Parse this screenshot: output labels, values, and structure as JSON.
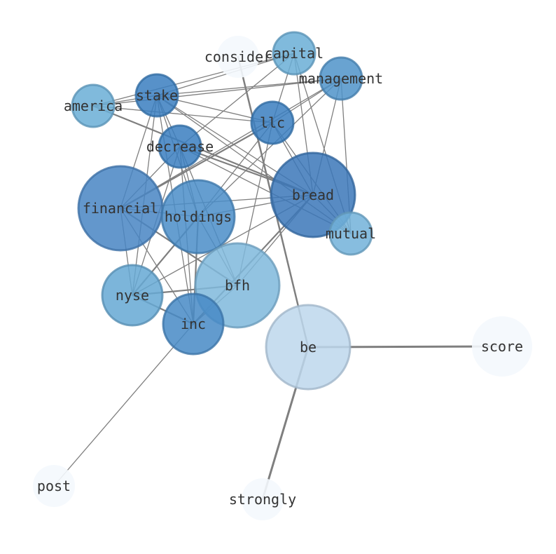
{
  "chart_data": {
    "type": "network",
    "nodes": [
      {
        "id": "consider",
        "label": "consider",
        "color": "#f4f8fd",
        "opacity": 0.9
      },
      {
        "id": "capital",
        "label": "capital",
        "color": "#6aaed6",
        "opacity": 0.85
      },
      {
        "id": "management",
        "label": "management",
        "color": "#4f93c9",
        "opacity": 0.85
      },
      {
        "id": "stake",
        "label": "stake",
        "color": "#3a7ebf",
        "opacity": 0.85
      },
      {
        "id": "america",
        "label": "america",
        "color": "#6aaed6",
        "opacity": 0.85
      },
      {
        "id": "llc",
        "label": "llc",
        "color": "#3a7ebf",
        "opacity": 0.85
      },
      {
        "id": "decrease",
        "label": "decrease",
        "color": "#3a7ebf",
        "opacity": 0.85
      },
      {
        "id": "financial",
        "label": "financial",
        "color": "#4885c3",
        "opacity": 0.85
      },
      {
        "id": "holdings",
        "label": "holdings",
        "color": "#4a8dc8",
        "opacity": 0.85
      },
      {
        "id": "bread",
        "label": "bread",
        "color": "#3b77b8",
        "opacity": 0.85
      },
      {
        "id": "mutual",
        "label": "mutual",
        "color": "#72b2d9",
        "opacity": 0.85
      },
      {
        "id": "bfh",
        "label": "bfh",
        "color": "#7fb8dc",
        "opacity": 0.85
      },
      {
        "id": "nyse",
        "label": "nyse",
        "color": "#65a8d3",
        "opacity": 0.85
      },
      {
        "id": "inc",
        "label": "inc",
        "color": "#4689c6",
        "opacity": 0.85
      },
      {
        "id": "be",
        "label": "be",
        "color": "#bdd7ec",
        "opacity": 0.85
      },
      {
        "id": "score",
        "label": "score",
        "color": "#f4f8fd",
        "opacity": 0.9
      },
      {
        "id": "post",
        "label": "post",
        "color": "#f4f8fd",
        "opacity": 0.9
      },
      {
        "id": "strongly",
        "label": "strongly",
        "color": "#f4f8fd",
        "opacity": 0.9
      }
    ],
    "edges": [
      {
        "source": "consider",
        "target": "be",
        "weight": 2.5
      },
      {
        "source": "be",
        "target": "score",
        "weight": 3
      },
      {
        "source": "be",
        "target": "strongly",
        "weight": 3
      },
      {
        "source": "post",
        "target": "inc",
        "weight": 1.3
      },
      {
        "source": "america",
        "target": "stake",
        "weight": 1.3
      },
      {
        "source": "america",
        "target": "capital",
        "weight": 1.3
      },
      {
        "source": "america",
        "target": "management",
        "weight": 1.3
      },
      {
        "source": "america",
        "target": "llc",
        "weight": 1.3
      },
      {
        "source": "america",
        "target": "bread",
        "weight": 2.2
      },
      {
        "source": "stake",
        "target": "capital",
        "weight": 1.3
      },
      {
        "source": "stake",
        "target": "management",
        "weight": 1.3
      },
      {
        "source": "stake",
        "target": "llc",
        "weight": 1.3
      },
      {
        "source": "stake",
        "target": "decrease",
        "weight": 1.3
      },
      {
        "source": "stake",
        "target": "financial",
        "weight": 1.3
      },
      {
        "source": "stake",
        "target": "holdings",
        "weight": 1.3
      },
      {
        "source": "stake",
        "target": "bread",
        "weight": 1.3
      },
      {
        "source": "stake",
        "target": "mutual",
        "weight": 1.3
      },
      {
        "source": "stake",
        "target": "inc",
        "weight": 1.3
      },
      {
        "source": "stake",
        "target": "nyse",
        "weight": 1.3
      },
      {
        "source": "capital",
        "target": "llc",
        "weight": 1.3
      },
      {
        "source": "capital",
        "target": "decrease",
        "weight": 1.3
      },
      {
        "source": "capital",
        "target": "bread",
        "weight": 1.3
      },
      {
        "source": "capital",
        "target": "mutual",
        "weight": 1.3
      },
      {
        "source": "management",
        "target": "llc",
        "weight": 1.3
      },
      {
        "source": "management",
        "target": "financial",
        "weight": 1.3
      },
      {
        "source": "management",
        "target": "holdings",
        "weight": 1.3
      },
      {
        "source": "management",
        "target": "bread",
        "weight": 1.3
      },
      {
        "source": "management",
        "target": "mutual",
        "weight": 1.3
      },
      {
        "source": "llc",
        "target": "financial",
        "weight": 2.2
      },
      {
        "source": "llc",
        "target": "holdings",
        "weight": 1.3
      },
      {
        "source": "llc",
        "target": "bread",
        "weight": 1.3
      },
      {
        "source": "llc",
        "target": "mutual",
        "weight": 1.3
      },
      {
        "source": "llc",
        "target": "bfh",
        "weight": 1.3
      },
      {
        "source": "decrease",
        "target": "financial",
        "weight": 1.3
      },
      {
        "source": "decrease",
        "target": "holdings",
        "weight": 1.3
      },
      {
        "source": "decrease",
        "target": "bread",
        "weight": 2.2
      },
      {
        "source": "decrease",
        "target": "mutual",
        "weight": 1.3
      },
      {
        "source": "decrease",
        "target": "inc",
        "weight": 1.3
      },
      {
        "source": "decrease",
        "target": "nyse",
        "weight": 1.3
      },
      {
        "source": "decrease",
        "target": "bfh",
        "weight": 1.3
      },
      {
        "source": "financial",
        "target": "holdings",
        "weight": 1.3
      },
      {
        "source": "financial",
        "target": "bread",
        "weight": 1.3
      },
      {
        "source": "financial",
        "target": "bfh",
        "weight": 2.2
      },
      {
        "source": "financial",
        "target": "inc",
        "weight": 1.3
      },
      {
        "source": "financial",
        "target": "nyse",
        "weight": 1.3
      },
      {
        "source": "holdings",
        "target": "bread",
        "weight": 1.3
      },
      {
        "source": "holdings",
        "target": "nyse",
        "weight": 2.2
      },
      {
        "source": "holdings",
        "target": "inc",
        "weight": 2.2
      },
      {
        "source": "holdings",
        "target": "bfh",
        "weight": 1.3
      },
      {
        "source": "bread",
        "target": "mutual",
        "weight": 1.3
      },
      {
        "source": "bread",
        "target": "bfh",
        "weight": 1.3
      },
      {
        "source": "bread",
        "target": "inc",
        "weight": 2.2
      },
      {
        "source": "bread",
        "target": "nyse",
        "weight": 1.3
      },
      {
        "source": "nyse",
        "target": "bfh",
        "weight": 2.2
      },
      {
        "source": "nyse",
        "target": "inc",
        "weight": 2.2
      },
      {
        "source": "inc",
        "target": "bfh",
        "weight": 1.3
      }
    ]
  }
}
